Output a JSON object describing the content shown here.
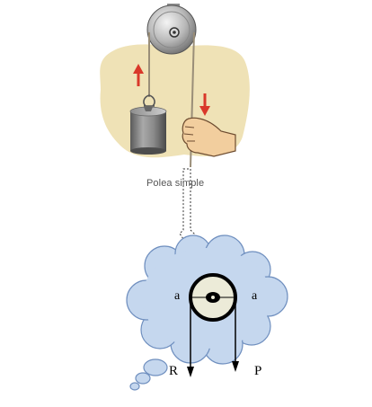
{
  "caption": "Polea simple",
  "labels": {
    "radius_left": "a",
    "radius_right": "a",
    "force_left": "R",
    "force_right": "P"
  },
  "colors": {
    "wall": "#efe2b6",
    "cloud_fill": "#c5d7ee",
    "cloud_stroke": "#6f8fbf",
    "pulley_disc": "#ecebd8",
    "arrow_red": "#d9382a"
  },
  "icons": [
    "pulley-icon",
    "weight-icon",
    "hand-icon",
    "up-arrow-icon",
    "down-arrow-icon",
    "thought-cloud"
  ]
}
